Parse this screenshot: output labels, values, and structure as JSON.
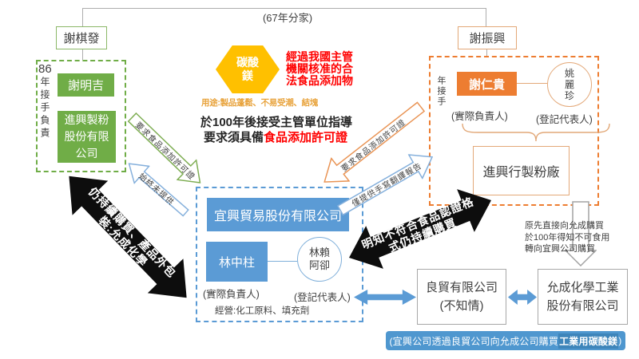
{
  "top": {
    "split_note": "(67年分家)",
    "left_founder": "謝棋發",
    "right_founder": "謝振興"
  },
  "left_group": {
    "takeover_year": "86",
    "takeover_label": "年接手負責",
    "successor": "謝明吉",
    "company": "進興製粉\n股份有限\n公司"
  },
  "right_group": {
    "takeover_label": "年接手",
    "successor": "謝仁貴",
    "successor_role": "(實際負責人)",
    "registered_rep": "姚\n麗\n珍",
    "registered_role": "(登記代表人)",
    "factory": "進興行製粉廠"
  },
  "substance": {
    "name": "碳酸\n鎂",
    "approval": "經過我國主管\n機關核准的合\n法食品添加物",
    "usage": "用途:製品蓬鬆、不易受潮、結塊",
    "regulation": "於100年後接受主管單位指導",
    "requirement_prefix": "要求須具備",
    "requirement_highlight": "食品添加許可證"
  },
  "center_group": {
    "company": "宜興貿易股份有限公司",
    "owner": "林中柱",
    "owner_role": "(實際負責人)",
    "registered_rep": "林賴\n阿卻",
    "registered_role": "(登記代表人)",
    "business": "經營:化工原料、填充劑"
  },
  "request_arrows": {
    "left_request": "要求食品添加許可證",
    "left_response": "始終未提供",
    "right_request": "要求食品添加許可證",
    "right_response": "僅提供手寫翻譯報告"
  },
  "purchase_arrows": {
    "left_line1": "仍持續購買、產品外包",
    "left_line2": "裝:允成化學",
    "right_line1": "明知不符合食品認證格",
    "right_line2": "式仍持續購買"
  },
  "redirect_note": "原先直接向允成購買\n於100年得知不可食用\n轉向宜興公司購買",
  "bottom": {
    "middleman": "良貿有限公司\n(不知情)",
    "supplier": "允成化學工業\n股份有限公司",
    "banner_prefix": "(宜興公司透過良貿公司向允成公司購買",
    "banner_highlight": "工業用碳酸鎂",
    "banner_suffix": ")"
  },
  "colors": {
    "green": "#70AD47",
    "orange": "#ED7D31",
    "blue": "#5B9BD5",
    "yellow": "#FFC000",
    "red": "#FF0000",
    "banner_blue": "#4F97CF"
  }
}
